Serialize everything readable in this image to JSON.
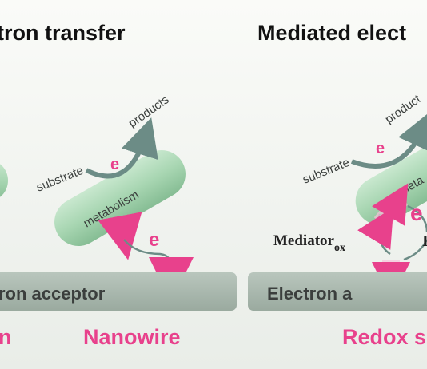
{
  "titles": {
    "left": "tron transfer",
    "right": "Mediated elect"
  },
  "labels": {
    "substrate_left": "substrate",
    "products_left": "products",
    "metabolism_left": "metabolism",
    "e_top_left": "e",
    "e_mid_left": "e",
    "electron_acceptor_left": "ron acceptor",
    "substrate_right": "substrate",
    "products_right": "product",
    "metabolism_right": "meta",
    "e_top_right": "e",
    "e_right_1": "e",
    "e_right_2": "e",
    "mediator": "Mediator",
    "mediator_sub": "ox",
    "electron_acceptor_right": "Electron a",
    "truncated_right_letter": "I"
  },
  "bottom": {
    "left_partial": "n",
    "middle": "Nanowire",
    "right": "Redox s"
  },
  "colors": {
    "background": "#f2f4ef",
    "bacterium": "#a7d5b1",
    "bar": "#a9b7ae",
    "title": "#111111",
    "pink": "#e8418c",
    "arrow_gray": "#6c8c86",
    "text_gray": "#3b3f3d"
  }
}
